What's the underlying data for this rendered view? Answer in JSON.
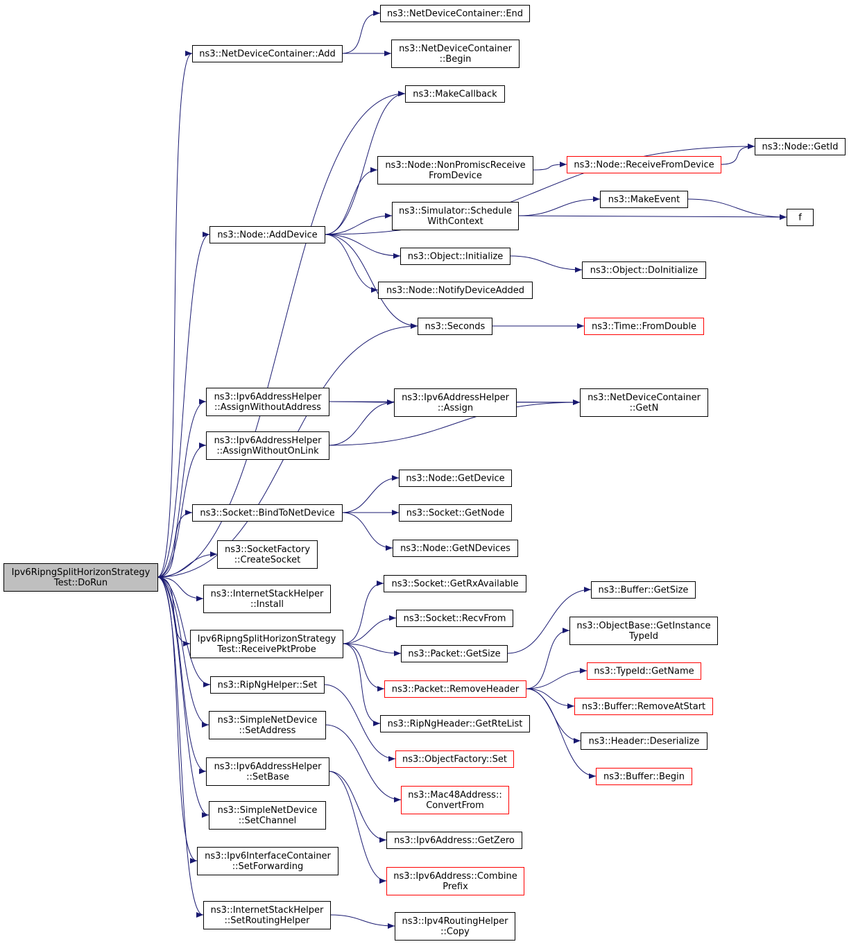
{
  "colors": {
    "edge": "#191970",
    "border_normal": "#000000",
    "border_truncated": "#ff0000",
    "root_fill": "#bfbfbf",
    "node_fill": "#ffffff"
  },
  "nodes": [
    {
      "id": "root",
      "lines": [
        "Ipv6RipngSplitHorizonStrategy",
        "Test::DoRun"
      ],
      "style": "root"
    },
    {
      "id": "ndc_add",
      "lines": [
        "ns3::NetDeviceContainer::Add"
      ],
      "style": "normal"
    },
    {
      "id": "ndc_end",
      "lines": [
        "ns3::NetDeviceContainer::End"
      ],
      "style": "normal"
    },
    {
      "id": "ndc_begin",
      "lines": [
        "ns3::NetDeviceContainer",
        "::Begin"
      ],
      "style": "normal"
    },
    {
      "id": "makecallback",
      "lines": [
        "ns3::MakeCallback"
      ],
      "style": "normal"
    },
    {
      "id": "node_getid",
      "lines": [
        "ns3::Node::GetId"
      ],
      "style": "normal"
    },
    {
      "id": "nonpromisc",
      "lines": [
        "ns3::Node::NonPromiscReceive",
        "FromDevice"
      ],
      "style": "normal"
    },
    {
      "id": "receivefrom",
      "lines": [
        "ns3::Node::ReceiveFromDevice"
      ],
      "style": "truncated"
    },
    {
      "id": "makeevent",
      "lines": [
        "ns3::MakeEvent"
      ],
      "style": "normal"
    },
    {
      "id": "schedule",
      "lines": [
        "ns3::Simulator::Schedule",
        "WithContext"
      ],
      "style": "normal"
    },
    {
      "id": "f",
      "lines": [
        "f"
      ],
      "style": "normal"
    },
    {
      "id": "adddevice",
      "lines": [
        "ns3::Node::AddDevice"
      ],
      "style": "normal"
    },
    {
      "id": "obj_init",
      "lines": [
        "ns3::Object::Initialize"
      ],
      "style": "normal"
    },
    {
      "id": "obj_doinit",
      "lines": [
        "ns3::Object::DoInitialize"
      ],
      "style": "normal"
    },
    {
      "id": "notifyadded",
      "lines": [
        "ns3::Node::NotifyDeviceAdded"
      ],
      "style": "normal"
    },
    {
      "id": "seconds",
      "lines": [
        "ns3::Seconds"
      ],
      "style": "normal"
    },
    {
      "id": "fromdouble",
      "lines": [
        "ns3::Time::FromDouble"
      ],
      "style": "truncated"
    },
    {
      "id": "assign_woaddr",
      "lines": [
        "ns3::Ipv6AddressHelper",
        "::AssignWithoutAddress"
      ],
      "style": "normal"
    },
    {
      "id": "assign",
      "lines": [
        "ns3::Ipv6AddressHelper",
        "::Assign"
      ],
      "style": "normal"
    },
    {
      "id": "ndc_getn",
      "lines": [
        "ns3::NetDeviceContainer",
        "::GetN"
      ],
      "style": "normal"
    },
    {
      "id": "assign_wolink",
      "lines": [
        "ns3::Ipv6AddressHelper",
        "::AssignWithoutOnLink"
      ],
      "style": "normal"
    },
    {
      "id": "node_getdevice",
      "lines": [
        "ns3::Node::GetDevice"
      ],
      "style": "normal"
    },
    {
      "id": "bindtonetdev",
      "lines": [
        "ns3::Socket::BindToNetDevice"
      ],
      "style": "normal"
    },
    {
      "id": "socket_getnode",
      "lines": [
        "ns3::Socket::GetNode"
      ],
      "style": "normal"
    },
    {
      "id": "getndevices",
      "lines": [
        "ns3::Node::GetNDevices"
      ],
      "style": "normal"
    },
    {
      "id": "createsocket",
      "lines": [
        "ns3::SocketFactory",
        "::CreateSocket"
      ],
      "style": "normal"
    },
    {
      "id": "getrxavail",
      "lines": [
        "ns3::Socket::GetRxAvailable"
      ],
      "style": "normal"
    },
    {
      "id": "ish_install",
      "lines": [
        "ns3::InternetStackHelper",
        "::Install"
      ],
      "style": "normal"
    },
    {
      "id": "buf_getsize",
      "lines": [
        "ns3::Buffer::GetSize"
      ],
      "style": "normal"
    },
    {
      "id": "recvfrom",
      "lines": [
        "ns3::Socket::RecvFrom"
      ],
      "style": "normal"
    },
    {
      "id": "getinstancetypeid",
      "lines": [
        "ns3::ObjectBase::GetInstance",
        "TypeId"
      ],
      "style": "normal"
    },
    {
      "id": "receivepktprobe",
      "lines": [
        "Ipv6RipngSplitHorizonStrategy",
        "Test::ReceivePktProbe"
      ],
      "style": "normal"
    },
    {
      "id": "pkt_getsize",
      "lines": [
        "ns3::Packet::GetSize"
      ],
      "style": "normal"
    },
    {
      "id": "typeid_getname",
      "lines": [
        "ns3::TypeId::GetName"
      ],
      "style": "truncated"
    },
    {
      "id": "ripng_set",
      "lines": [
        "ns3::RipNgHelper::Set"
      ],
      "style": "normal"
    },
    {
      "id": "removeheader",
      "lines": [
        "ns3::Packet::RemoveHeader"
      ],
      "style": "truncated"
    },
    {
      "id": "buf_removeatstart",
      "lines": [
        "ns3::Buffer::RemoveAtStart"
      ],
      "style": "truncated"
    },
    {
      "id": "snd_setaddress",
      "lines": [
        "ns3::SimpleNetDevice",
        "::SetAddress"
      ],
      "style": "normal"
    },
    {
      "id": "getrtelist",
      "lines": [
        "ns3::RipNgHeader::GetRteList"
      ],
      "style": "normal"
    },
    {
      "id": "header_deserialize",
      "lines": [
        "ns3::Header::Deserialize"
      ],
      "style": "normal"
    },
    {
      "id": "objfactory_set",
      "lines": [
        "ns3::ObjectFactory::Set"
      ],
      "style": "truncated"
    },
    {
      "id": "ipv6ah_setbase",
      "lines": [
        "ns3::Ipv6AddressHelper",
        "::SetBase"
      ],
      "style": "normal"
    },
    {
      "id": "buf_begin",
      "lines": [
        "ns3::Buffer::Begin"
      ],
      "style": "truncated"
    },
    {
      "id": "mac48_convertfrom",
      "lines": [
        "ns3::Mac48Address::",
        "ConvertFrom"
      ],
      "style": "truncated"
    },
    {
      "id": "snd_setchannel",
      "lines": [
        "ns3::SimpleNetDevice",
        "::SetChannel"
      ],
      "style": "normal"
    },
    {
      "id": "ipv6addr_getzero",
      "lines": [
        "ns3::Ipv6Address::GetZero"
      ],
      "style": "normal"
    },
    {
      "id": "ipv6ic_setforwarding",
      "lines": [
        "ns3::Ipv6InterfaceContainer",
        "::SetForwarding"
      ],
      "style": "normal"
    },
    {
      "id": "ipv6addr_combineprefix",
      "lines": [
        "ns3::Ipv6Address::Combine",
        "Prefix"
      ],
      "style": "truncated"
    },
    {
      "id": "ish_setroutinghelper",
      "lines": [
        "ns3::InternetStackHelper",
        "::SetRoutingHelper"
      ],
      "style": "normal"
    },
    {
      "id": "ipv4rh_copy",
      "lines": [
        "ns3::Ipv4RoutingHelper",
        "::Copy"
      ],
      "style": "normal"
    }
  ],
  "edges": [
    [
      "root",
      "ndc_add"
    ],
    [
      "root",
      "makecallback"
    ],
    [
      "root",
      "adddevice"
    ],
    [
      "root",
      "seconds"
    ],
    [
      "root",
      "assign_woaddr"
    ],
    [
      "root",
      "assign_wolink"
    ],
    [
      "root",
      "bindtonetdev"
    ],
    [
      "root",
      "createsocket"
    ],
    [
      "root",
      "ish_install"
    ],
    [
      "root",
      "receivepktprobe"
    ],
    [
      "root",
      "ripng_set"
    ],
    [
      "root",
      "snd_setaddress"
    ],
    [
      "root",
      "ipv6ah_setbase"
    ],
    [
      "root",
      "snd_setchannel"
    ],
    [
      "root",
      "ipv6ic_setforwarding"
    ],
    [
      "root",
      "ish_setroutinghelper"
    ],
    [
      "ndc_add",
      "ndc_end"
    ],
    [
      "ndc_add",
      "ndc_begin"
    ],
    [
      "adddevice",
      "makecallback"
    ],
    [
      "adddevice",
      "node_getid"
    ],
    [
      "adddevice",
      "nonpromisc"
    ],
    [
      "adddevice",
      "schedule"
    ],
    [
      "adddevice",
      "obj_init"
    ],
    [
      "adddevice",
      "notifyadded"
    ],
    [
      "adddevice",
      "seconds"
    ],
    [
      "nonpromisc",
      "receivefrom"
    ],
    [
      "receivefrom",
      "node_getid"
    ],
    [
      "schedule",
      "makeevent"
    ],
    [
      "schedule",
      "f"
    ],
    [
      "makeevent",
      "f"
    ],
    [
      "obj_init",
      "obj_doinit"
    ],
    [
      "seconds",
      "fromdouble"
    ],
    [
      "assign_woaddr",
      "assign"
    ],
    [
      "assign_woaddr",
      "ndc_getn"
    ],
    [
      "assign",
      "ndc_getn"
    ],
    [
      "assign_wolink",
      "assign"
    ],
    [
      "assign_wolink",
      "ndc_getn"
    ],
    [
      "bindtonetdev",
      "node_getdevice"
    ],
    [
      "bindtonetdev",
      "socket_getnode"
    ],
    [
      "bindtonetdev",
      "getndevices"
    ],
    [
      "receivepktprobe",
      "getrxavail"
    ],
    [
      "receivepktprobe",
      "recvfrom"
    ],
    [
      "receivepktprobe",
      "pkt_getsize"
    ],
    [
      "receivepktprobe",
      "removeheader"
    ],
    [
      "receivepktprobe",
      "getrtelist"
    ],
    [
      "pkt_getsize",
      "buf_getsize"
    ],
    [
      "removeheader",
      "getinstancetypeid"
    ],
    [
      "removeheader",
      "typeid_getname"
    ],
    [
      "removeheader",
      "buf_removeatstart"
    ],
    [
      "removeheader",
      "header_deserialize"
    ],
    [
      "removeheader",
      "buf_begin"
    ],
    [
      "ripng_set",
      "objfactory_set"
    ],
    [
      "snd_setaddress",
      "mac48_convertfrom"
    ],
    [
      "ipv6ah_setbase",
      "ipv6addr_getzero"
    ],
    [
      "ipv6ah_setbase",
      "ipv6addr_combineprefix"
    ],
    [
      "ish_setroutinghelper",
      "ipv4rh_copy"
    ]
  ]
}
